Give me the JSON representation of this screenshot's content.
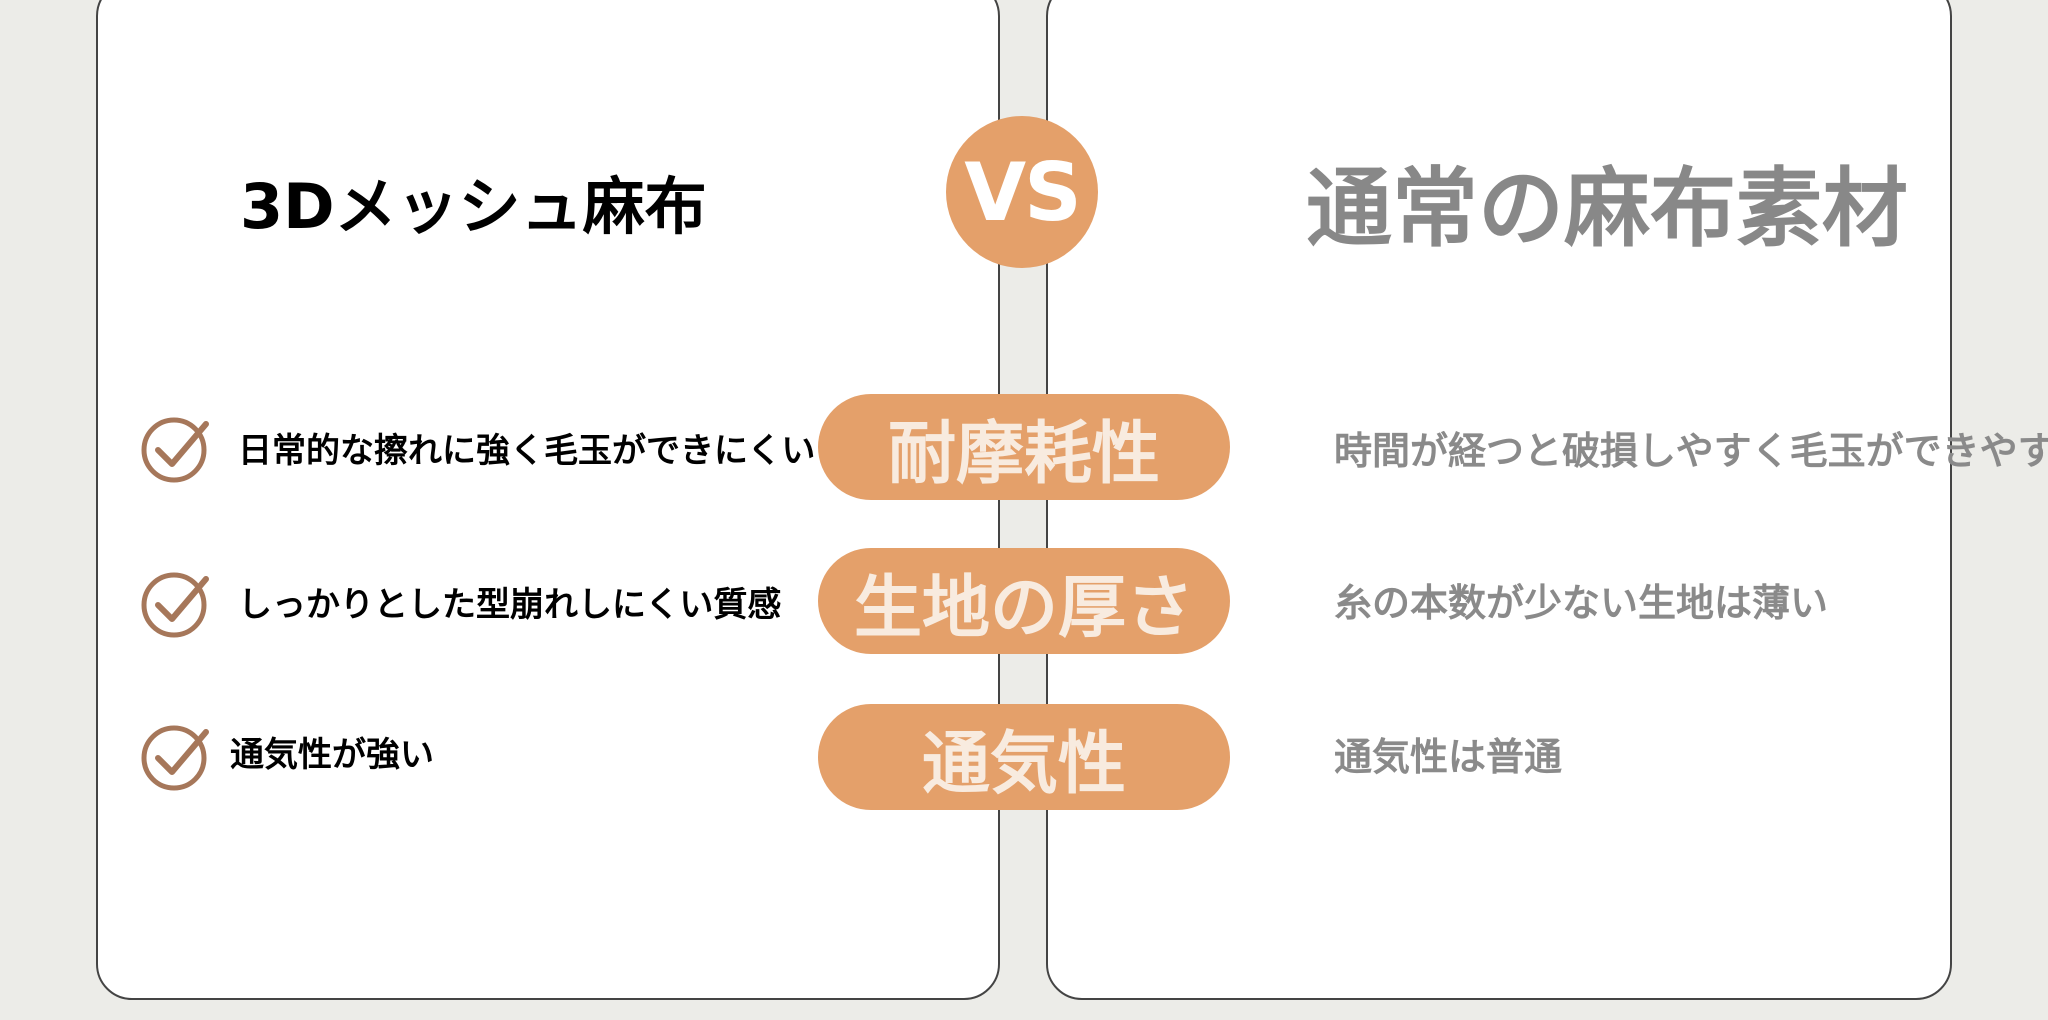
{
  "left": {
    "title": "3Dメッシュ麻布",
    "features": [
      "日常的な擦れに強く毛玉ができにくい",
      "しっかりとした型崩れしにくい質感",
      "通気性が強い"
    ]
  },
  "vs_label": "VS",
  "categories": [
    "耐摩耗性",
    "生地の厚さ",
    "通気性"
  ],
  "right": {
    "title": "通常の麻布素材",
    "features": [
      "時間が経つと破損しやすく毛玉ができやすい",
      "糸の本数が少ない生地は薄い",
      "通気性は普通"
    ]
  },
  "colors": {
    "accent": "#e4a06a",
    "check": "#a6775a",
    "right_text": "#8a8a8a",
    "background": "#ecece8"
  },
  "icons": {
    "check": "check-circle-icon"
  }
}
